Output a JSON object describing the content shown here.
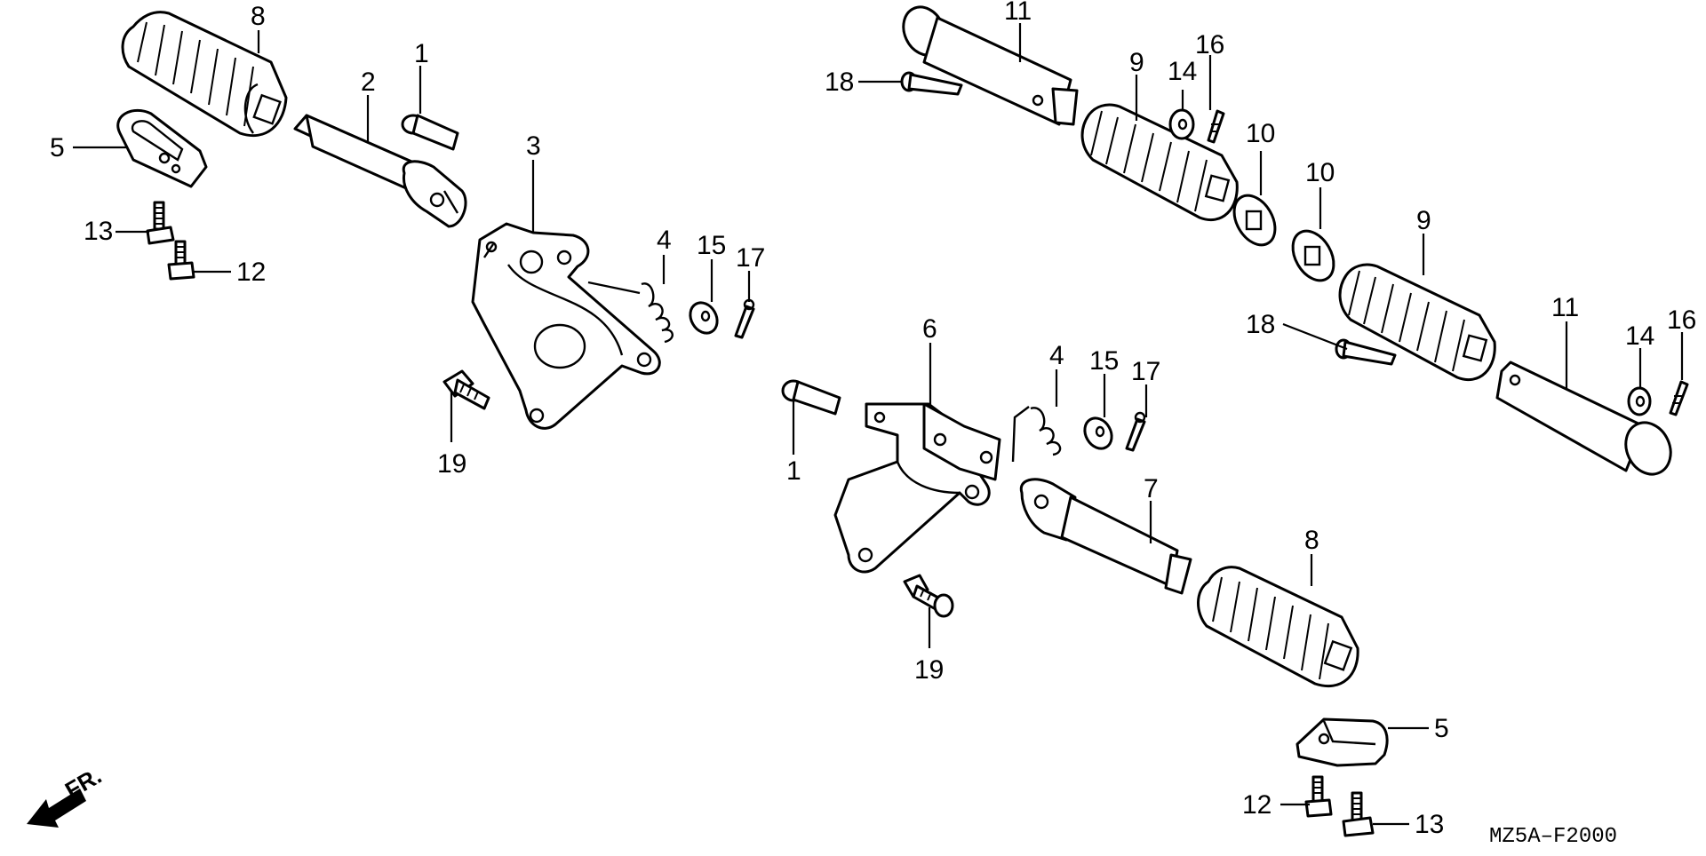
{
  "diagram": {
    "code": "MZ5A–F2000",
    "front_arrow": "FR."
  },
  "callouts": {
    "l1": "1",
    "l2": "2",
    "l3": "3",
    "l4": "4",
    "l5": "5",
    "l6": "8",
    "l7": "12",
    "l8": "13",
    "l9": "15",
    "l10": "17",
    "l11": "19",
    "l12": "11",
    "l13": "18",
    "l14": "9",
    "l15": "14",
    "l16": "16",
    "l17": "10",
    "l18": "10",
    "l19": "9",
    "l20": "11",
    "l21": "18",
    "l22": "14",
    "l23": "16",
    "l24": "6",
    "l25": "4",
    "l26": "15",
    "l27": "17",
    "l28": "1",
    "l29": "7",
    "l30": "19",
    "l31": "8",
    "l32": "5",
    "l33": "12",
    "l34": "13"
  }
}
